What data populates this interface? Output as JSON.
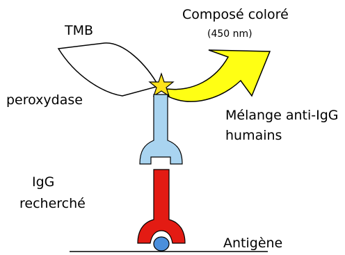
{
  "labels": {
    "substrate": "TMB",
    "product": "Composé coloré",
    "wavelength": "(450 nm)",
    "enzyme": "peroxydase",
    "secondary_antibody_line1": "Mélange anti-IgG",
    "secondary_antibody_line2": "humains",
    "primary_antibody_line1": "IgG",
    "primary_antibody_line2": "recherché",
    "antigen": "Antigène"
  },
  "colors": {
    "secondary_antibody": "#a9d4f0",
    "primary_antibody": "#e31b13",
    "antigen": "#4a8fdc",
    "product_arrow": "#ffff14",
    "star": "#ffe21a",
    "substrate_arrow": "#ffffff",
    "outline": "#000000"
  }
}
